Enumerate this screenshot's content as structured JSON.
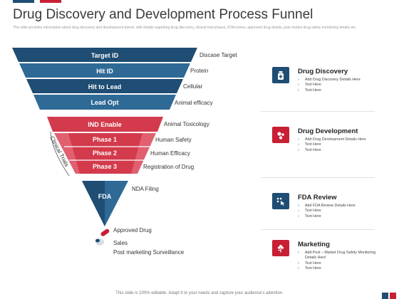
{
  "header": {
    "title": "Drug Discovery and Development Process Funnel",
    "subtitle": "This slide provides information about drug discovery and development funnel, with details regarding drug discovery, clinical trial phases, FDA review, approved drug details, post market drug safety monitoring details etc."
  },
  "colors": {
    "blue_dark": "#1f4d73",
    "blue_band": "#2f6a96",
    "red_band": "#d33a4b",
    "red_light": "#e0606f",
    "accent_red": "#c72035",
    "accent_blue": "#1f4d73"
  },
  "funnel": {
    "stages": [
      {
        "label": "Target ID",
        "description": "Discase Target"
      },
      {
        "label": "Hit ID",
        "description": "Protein"
      },
      {
        "label": "Hit to Lead",
        "description": "Cellular"
      },
      {
        "label": "Lead Opt",
        "description": "Animal efficacy"
      },
      {
        "label": "IND Enable",
        "description": "Animal Toxicology"
      },
      {
        "label": "Phase 1",
        "description": "Human Safety"
      },
      {
        "label": "Phase 2",
        "description": "Human Efficacy"
      },
      {
        "label": "Phase 3",
        "description": "Registration of Drug"
      },
      {
        "label": "FDA",
        "description": "NDA Filing"
      }
    ],
    "clinical_trials_label": "Clinical Trials",
    "approved_label": "Approved Drug",
    "post_market": [
      "Sales",
      "Post marketing Surveillance"
    ]
  },
  "cards": [
    {
      "title": "Drug Discovery",
      "icon": "medicine-bottle-icon",
      "items": [
        "Add Drug Discovery Details Here",
        "Text Here",
        "Text Here"
      ]
    },
    {
      "title": "Drug Development",
      "icon": "molecules-icon",
      "items": [
        "Add Drug Development Details Here",
        "Text Here",
        "Text Here"
      ]
    },
    {
      "title": "FDA Review",
      "icon": "review-touch-icon",
      "items": [
        "Add FDA Review Details Here",
        "Text Here",
        "Text Here"
      ]
    },
    {
      "title": "Marketing",
      "icon": "marketing-flower-icon",
      "items": [
        "Add Post – Market Drug Safety Monitoring Details Here'",
        "Text Here",
        "Text Here"
      ]
    }
  ],
  "footer": "This slide is 100% editable. Adapt it to your needs and capture your audience's attention."
}
